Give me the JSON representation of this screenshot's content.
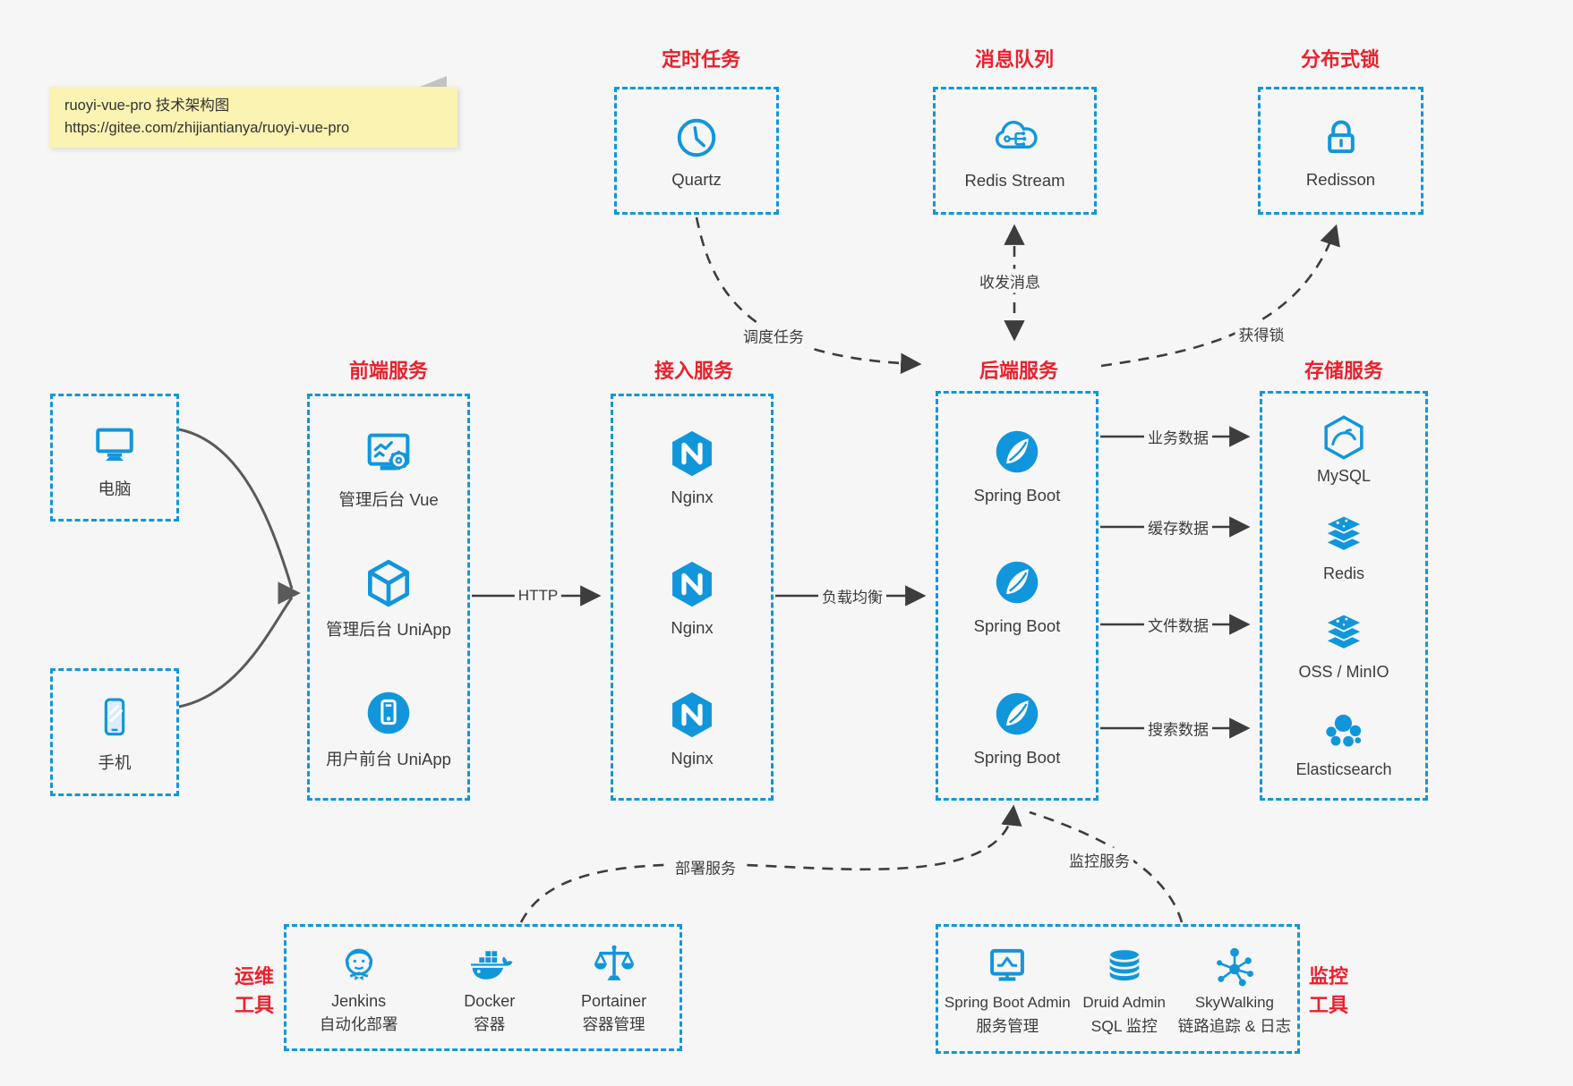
{
  "colors": {
    "accent_blue": "#1296db",
    "title_red": "#e8222d",
    "arrow_dark": "#3d3d3d",
    "device_arrow_gray": "#5a5a5a",
    "note_bg": "#faf3b1",
    "canvas_bg": "#f6f6f6"
  },
  "note": {
    "line1": "ruoyi-vue-pro 技术架构图",
    "line2": "https://gitee.com/zhijiantianya/ruoyi-vue-pro"
  },
  "scheduler": {
    "title": "定时任务",
    "item": {
      "label": "Quartz",
      "icon": "clock-icon"
    }
  },
  "mq": {
    "title": "消息队列",
    "item": {
      "label": "Redis Stream",
      "icon": "cloud-network-icon"
    }
  },
  "distributed_lock": {
    "title": "分布式锁",
    "item": {
      "label": "Redisson",
      "icon": "lock-icon"
    }
  },
  "clients": {
    "pc": {
      "label": "电脑",
      "icon": "desktop-icon"
    },
    "mobile": {
      "label": "手机",
      "icon": "smartphone-icon"
    }
  },
  "frontend": {
    "title": "前端服务",
    "items": [
      {
        "label": "管理后台 Vue",
        "icon": "admin-vue-icon"
      },
      {
        "label": "管理后台 UniApp",
        "icon": "uniapp-cube-icon"
      },
      {
        "label": "用户前台 UniApp",
        "icon": "user-uniapp-icon"
      }
    ]
  },
  "gateway": {
    "title": "接入服务",
    "items": [
      {
        "label": "Nginx",
        "icon": "nginx-icon"
      },
      {
        "label": "Nginx",
        "icon": "nginx-icon"
      },
      {
        "label": "Nginx",
        "icon": "nginx-icon"
      }
    ]
  },
  "backend": {
    "title": "后端服务",
    "items": [
      {
        "label": "Spring Boot",
        "icon": "spring-boot-icon"
      },
      {
        "label": "Spring Boot",
        "icon": "spring-boot-icon"
      },
      {
        "label": "Spring Boot",
        "icon": "spring-boot-icon"
      }
    ]
  },
  "storage": {
    "title": "存储服务",
    "items": [
      {
        "label": "MySQL",
        "icon": "mysql-icon"
      },
      {
        "label": "Redis",
        "icon": "redis-stack-icon"
      },
      {
        "label": "OSS / MinIO",
        "icon": "oss-stack-icon"
      },
      {
        "label": "Elasticsearch",
        "icon": "elasticsearch-icon"
      }
    ]
  },
  "devops": {
    "title_line1": "运维",
    "title_line2": "工具",
    "items": [
      {
        "label": "Jenkins",
        "sublabel": "自动化部署",
        "icon": "jenkins-icon"
      },
      {
        "label": "Docker",
        "sublabel": "容器",
        "icon": "docker-whale-icon"
      },
      {
        "label": "Portainer",
        "sublabel": "容器管理",
        "icon": "portainer-scales-icon"
      }
    ]
  },
  "monitoring": {
    "title_line1": "监控",
    "title_line2": "工具",
    "items": [
      {
        "label": "Spring Boot Admin",
        "sublabel": "服务管理",
        "icon": "spring-boot-admin-icon"
      },
      {
        "label": "Druid Admin",
        "sublabel": "SQL 监控",
        "icon": "druid-database-icon"
      },
      {
        "label": "SkyWalking",
        "sublabel": "链路追踪 & 日志",
        "icon": "skywalking-icon"
      }
    ]
  },
  "edges": {
    "http": "HTTP",
    "load_balance": "负载均衡",
    "business_data": "业务数据",
    "cache_data": "缓存数据",
    "file_data": "文件数据",
    "search_data": "搜索数据",
    "schedule_job": "调度任务",
    "send_receive_message": "收发消息",
    "acquire_lock": "获得锁",
    "deploy_service": "部署服务",
    "monitor_service": "监控服务"
  }
}
